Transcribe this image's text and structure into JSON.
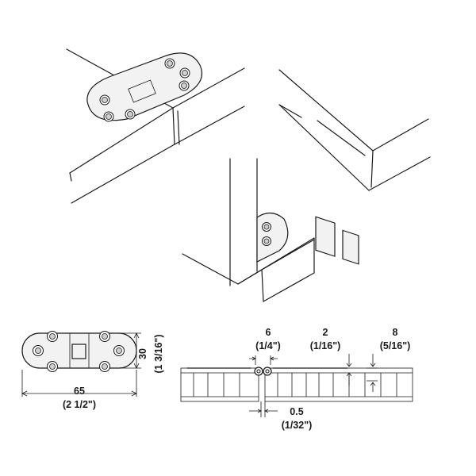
{
  "dimensions": {
    "length_mm": "65",
    "length_in": "(2 1/2\")",
    "width_mm": "30",
    "width_in": "(1 3/16\")",
    "knuckle_mm": "6",
    "knuckle_in": "(1/4\")",
    "plate_thickness_mm": "2",
    "plate_thickness_in": "(1/16\")",
    "recess_depth_mm": "8",
    "recess_depth_in": "(5/16\")",
    "gap_mm": "0.5",
    "gap_in": "(1/32\")"
  }
}
